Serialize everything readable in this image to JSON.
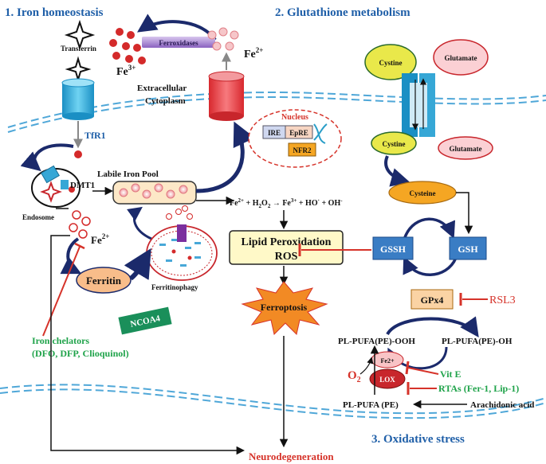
{
  "sections": {
    "iron": "1. Iron homeostasis",
    "glutathione": "2. Glutathione metabolism",
    "oxidative": "3. Oxidative stress"
  },
  "iron": {
    "transferrin": "Transferrin",
    "ferroxidases": "Ferroxidases",
    "fe3": "Fe",
    "fe3_sup": "3+",
    "fe2_top": "Fe",
    "fe2_top_sup": "2+",
    "extracellular": "Extracellular",
    "cytoplasm": "Cytoplasm",
    "tfr1": "TfR1",
    "dmt1": "DMT1",
    "labile_iron_pool": "Labile Iron Pool",
    "endosome": "Endosome",
    "fe2_mid": "Fe",
    "fe2_mid_sup": "2+",
    "ferritin": "Ferritin",
    "ferritinophagy": "Ferritinophagy",
    "ncoa4": "NCOA4",
    "chelators_line1": "Iron chelators",
    "chelators_line2": "(DFO, DFP, Clioquinol)"
  },
  "nucleus": {
    "title": "Nucleus",
    "ire": "IRE",
    "epre": "EpRE",
    "nfr2": "NFR2"
  },
  "fenton": "Fe2+ + H2O2 → Fe3+ + HO· + OH-",
  "lipid": {
    "line1": "Lipid Peroxidation",
    "line2": "ROS"
  },
  "ferroptosis": "Ferroptosis",
  "neurodegeneration": "Neurodegeneration",
  "glut": {
    "cystine_out": "Cystine",
    "glutamate_out": "Glutamate",
    "cystine_in": "Cystine",
    "glutamate_in": "Glutamate",
    "cysteine": "Cysteine",
    "gssh": "GSSH",
    "gsh": "GSH",
    "gpx4": "GPx4",
    "rsl3": "RSL3"
  },
  "oxi": {
    "pl_ooh": "PL-PUFA(PE)-OOH",
    "pl_oh": "PL-PUFA(PE)-OH",
    "fe2": "Fe2+",
    "lox": "LOX",
    "o2": "O",
    "o2_sub": "2",
    "vit_e": "Vit E",
    "rtas": "RTAs (Fer-1, Lip-1)",
    "pl_pe": "PL-PUFA (PE)",
    "arachidonic": "Arachidonic acid"
  },
  "colors": {
    "blue": "#1f5fa8",
    "dark_navy": "#1b2a6b",
    "green": "#1fa34a",
    "red": "#d6332a",
    "yellow": "#fff9c8",
    "orange": "#f5a623"
  }
}
